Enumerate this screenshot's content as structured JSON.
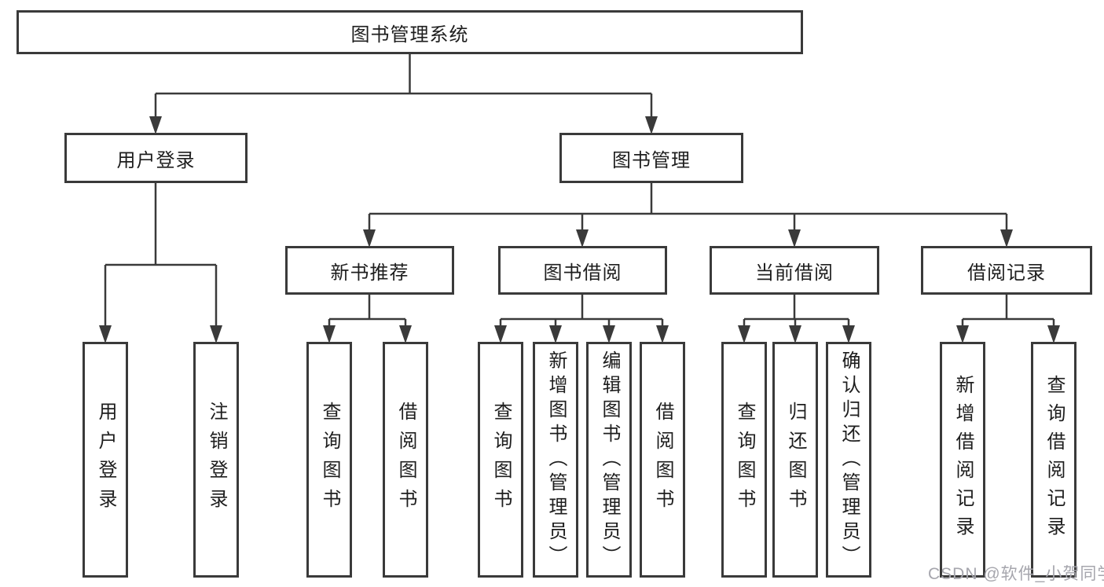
{
  "diagram_title": "图书管理系统",
  "watermark": "CSDN @软件_小贺同学",
  "colors": {
    "line": "#3a3a3a",
    "box_border": "#3a3a3a",
    "text": "#1e1e1e",
    "watermark_text": "#a6a6ad",
    "background": "#ffffff"
  },
  "nodes": {
    "root": {
      "label": "图书管理系统"
    },
    "user_login": {
      "label": "用户登录"
    },
    "book_mgmt": {
      "label": "图书管理"
    },
    "new_book_rec": {
      "label": "新书推荐"
    },
    "book_borrow": {
      "label": "图书借阅"
    },
    "current_borrow": {
      "label": "当前借阅"
    },
    "borrow_record": {
      "label": "借阅记录"
    },
    "leaves": {
      "user_login_leaf": {
        "label": "用户登录"
      },
      "logout": {
        "label": "注销登录"
      },
      "rec_query_book": {
        "label": "查询图书"
      },
      "rec_borrow_book": {
        "label": "借阅图书"
      },
      "bb_query_book": {
        "label": "查询图书"
      },
      "bb_add_book": {
        "label": "新增图书（管理员）"
      },
      "bb_edit_book": {
        "label": "编辑图书（管理员）"
      },
      "bb_borrow_book": {
        "label": "借阅图书"
      },
      "cb_query_book": {
        "label": "查询图书"
      },
      "cb_return_book": {
        "label": "归还图书"
      },
      "cb_confirm_return": {
        "label": "确认归还（管理员）"
      },
      "br_add_record": {
        "label": "新增借阅记录"
      },
      "br_query_record": {
        "label": "查询借阅记录"
      }
    }
  },
  "hierarchy": {
    "图书管理系统": {
      "用户登录": [
        "用户登录",
        "注销登录"
      ],
      "图书管理": {
        "新书推荐": [
          "查询图书",
          "借阅图书"
        ],
        "图书借阅": [
          "查询图书",
          "新增图书（管理员）",
          "编辑图书（管理员）",
          "借阅图书"
        ],
        "当前借阅": [
          "查询图书",
          "归还图书",
          "确认归还（管理员）"
        ],
        "借阅记录": [
          "新增借阅记录",
          "查询借阅记录"
        ]
      }
    }
  }
}
